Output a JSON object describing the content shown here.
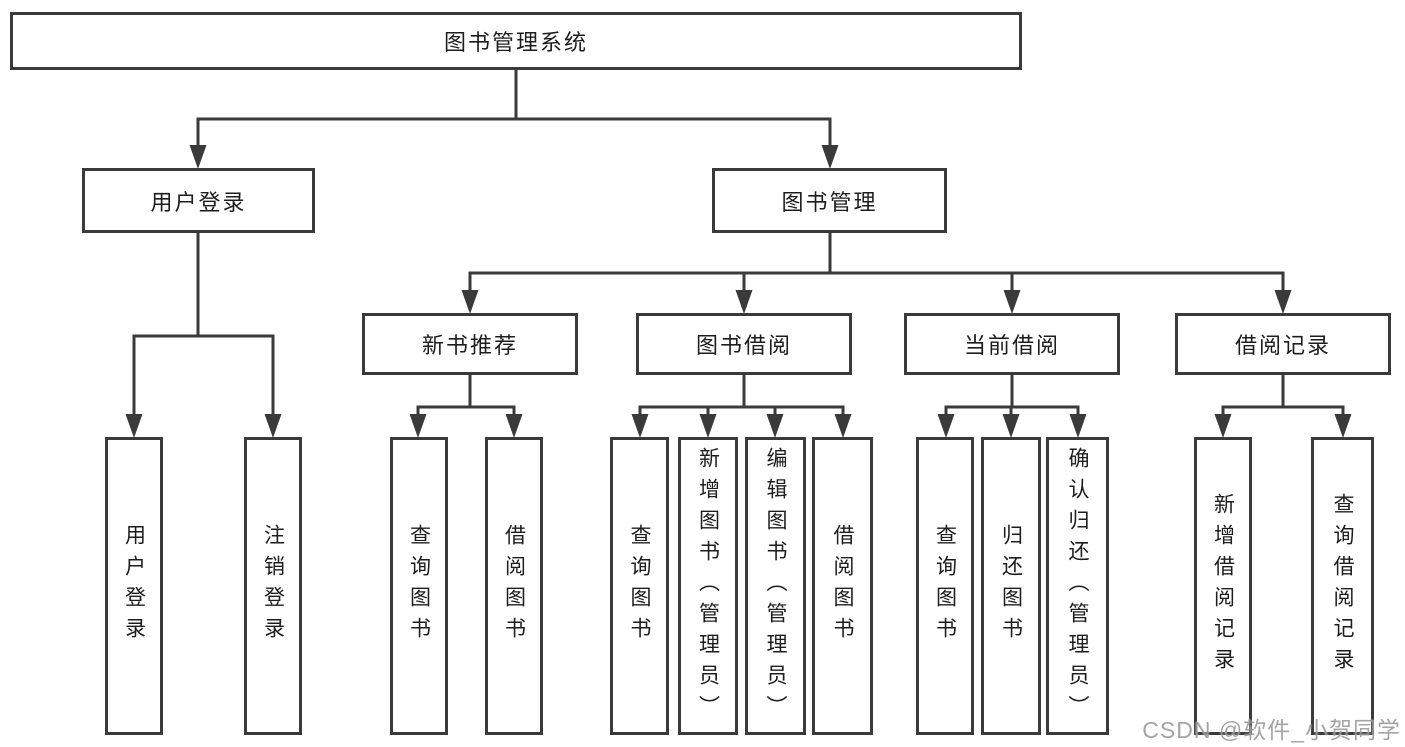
{
  "nodes": {
    "root": "图书管理系统",
    "user_login": "用户登录",
    "book_management": "图书管理",
    "new_book_recommend": "新书推荐",
    "book_borrowing": "图书借阅",
    "current_borrowing": "当前借阅",
    "borrowing_records": "借阅记录",
    "leaf_user_login": "用户登录",
    "leaf_logout": "注销登录",
    "leaf_recommend_query_books": "查询图书",
    "leaf_recommend_borrow_books": "借阅图书",
    "leaf_borrowing_query_books": "查询图书",
    "leaf_borrowing_add_books": "新增图书（管理员）",
    "leaf_borrowing_edit_books": "编辑图书（管理员）",
    "leaf_borrowing_borrow_books": "借阅图书",
    "leaf_current_query_books": "查询图书",
    "leaf_current_return_books": "归还图书",
    "leaf_current_confirm_return": "确认归还（管理员）",
    "leaf_records_add_record": "新增借阅记录",
    "leaf_records_query_record": "查询借阅记录"
  },
  "watermark": "CSDN @软件_小贺同学",
  "colors": {
    "line": "#3a3a3a",
    "text": "#1d1d1d",
    "watermark": "#949494",
    "background": "#ffffff"
  }
}
